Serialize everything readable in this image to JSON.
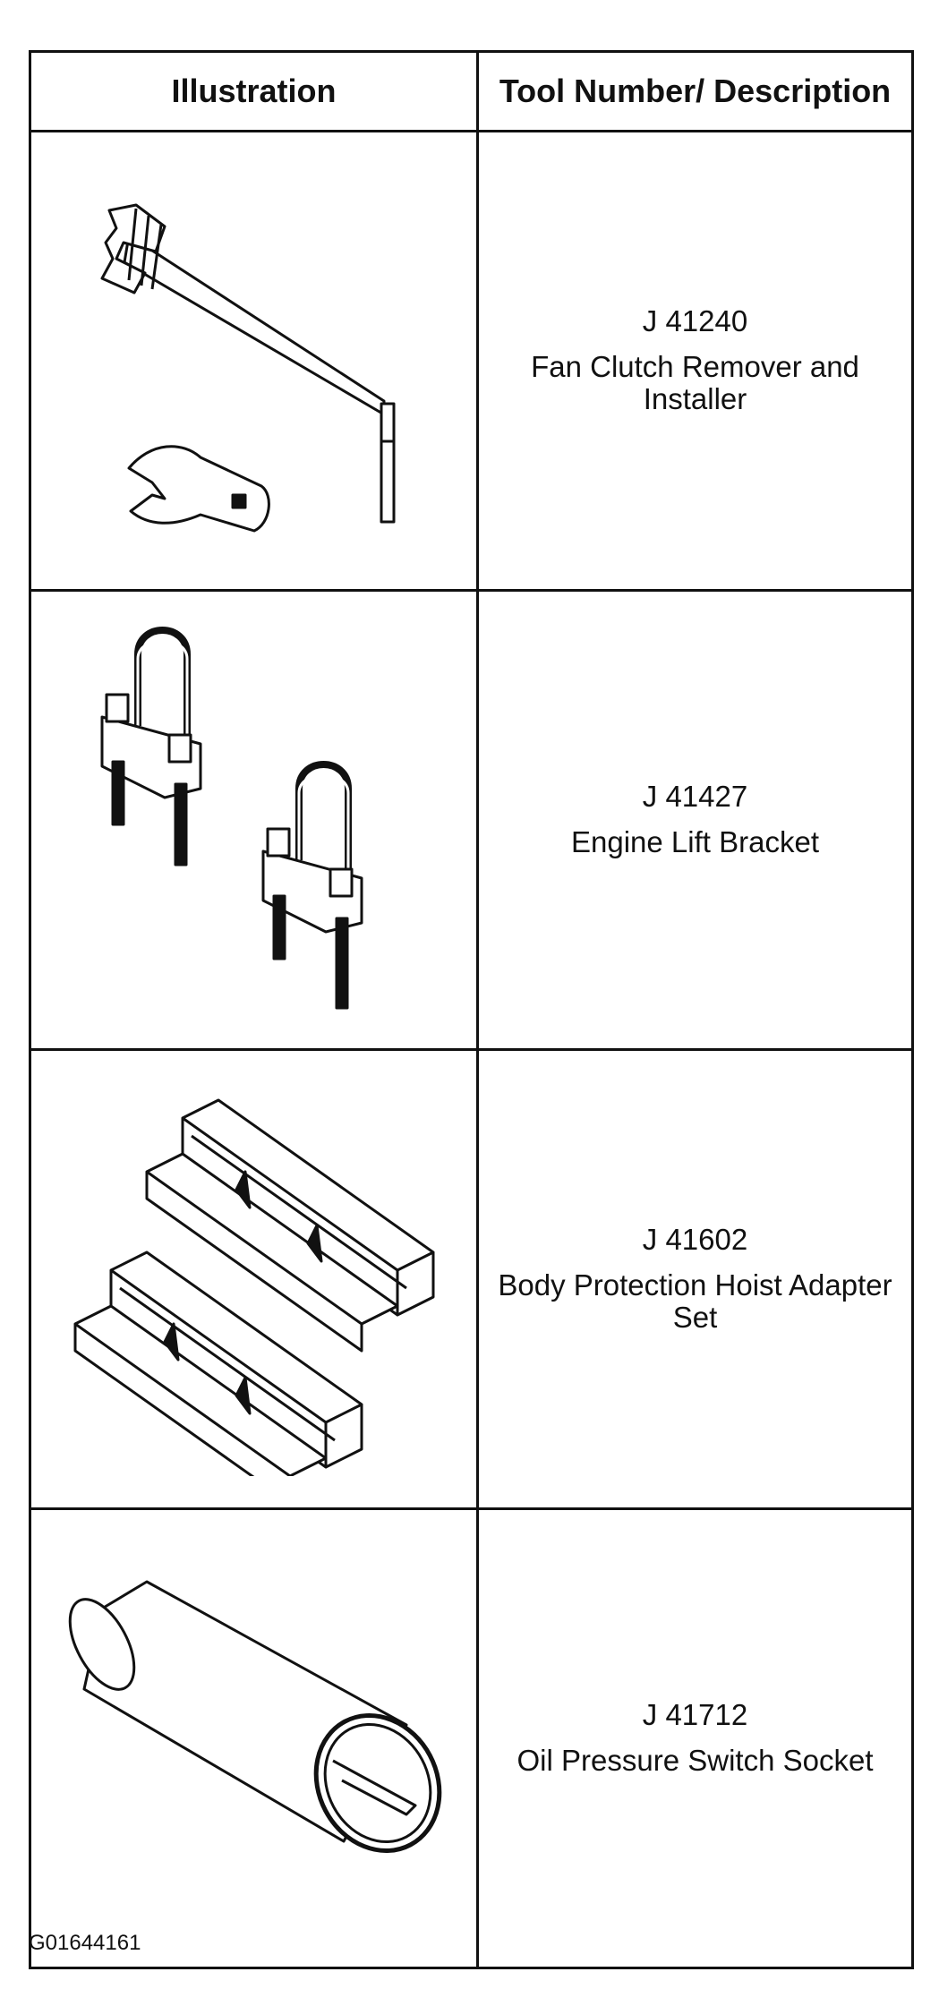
{
  "table": {
    "headers": {
      "illustration": "Illustration",
      "description": "Tool Number/ Description"
    },
    "rows": [
      {
        "tool_number": "J 41240",
        "description": "Fan Clutch Remover and Installer",
        "icon": "fan-clutch-wrench-icon"
      },
      {
        "tool_number": "J 41427",
        "description": "Engine Lift Bracket",
        "icon": "engine-lift-bracket-icon"
      },
      {
        "tool_number": "J 41602",
        "description": "Body Protection Hoist Adapter Set",
        "icon": "hoist-adapter-blocks-icon"
      },
      {
        "tool_number": "J 41712",
        "description": "Oil Pressure Switch Socket",
        "icon": "oil-pressure-socket-icon"
      }
    ]
  },
  "figure_id": "G01644161"
}
